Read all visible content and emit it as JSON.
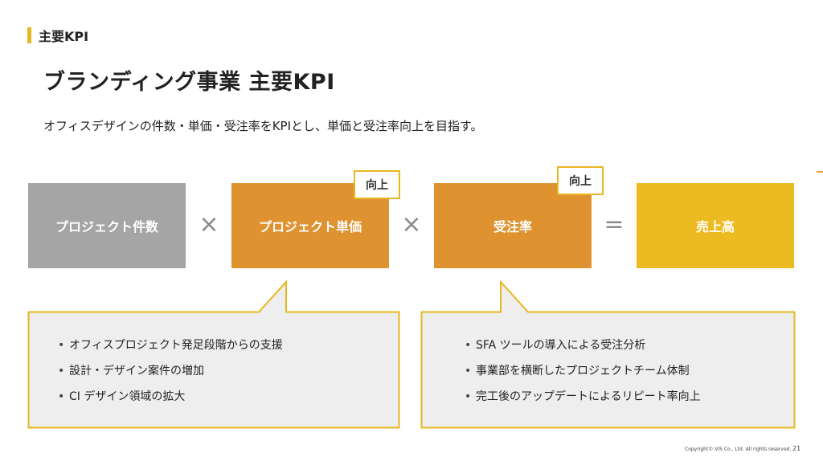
{
  "header": {
    "section_label": "主要KPI",
    "title": "ブランディング事業 主要KPI",
    "subtitle": "オフィスデザインの件数・単価・受注率をKPIとし、単価と受注率向上を目指す。"
  },
  "formula": {
    "boxes": [
      {
        "label": "プロジェクト件数",
        "color": "#a5a5a5"
      },
      {
        "label": "プロジェクト単価",
        "color": "#df9230"
      },
      {
        "label": "受注率",
        "color": "#df9230"
      },
      {
        "label": "売上高",
        "color": "#ecbb22"
      }
    ],
    "operators": [
      "×",
      "×",
      "="
    ],
    "badges": [
      "向上",
      "向上"
    ]
  },
  "callouts": {
    "left": {
      "bullet": "•",
      "items": [
        "オフィスプロジェクト発足段階からの支援",
        "設計・デザイン案件の増加",
        "CI デザイン領域の拡大"
      ]
    },
    "right": {
      "bullet": "•",
      "items": [
        "SFA ツールの導入による受注分析",
        "事業部を横断したプロジェクトチーム体制",
        "完工後のアップデートによるリピート率向上"
      ]
    }
  },
  "footer": {
    "copyright": "Copyright© VIS Co., Ltd. All rights reserved.",
    "page_number": "21"
  },
  "colors": {
    "accent_yellow": "#e7b620",
    "orange": "#df9230",
    "gray": "#a5a5a5",
    "gold": "#ecbb22",
    "callout_fill": "#eeeeee"
  }
}
